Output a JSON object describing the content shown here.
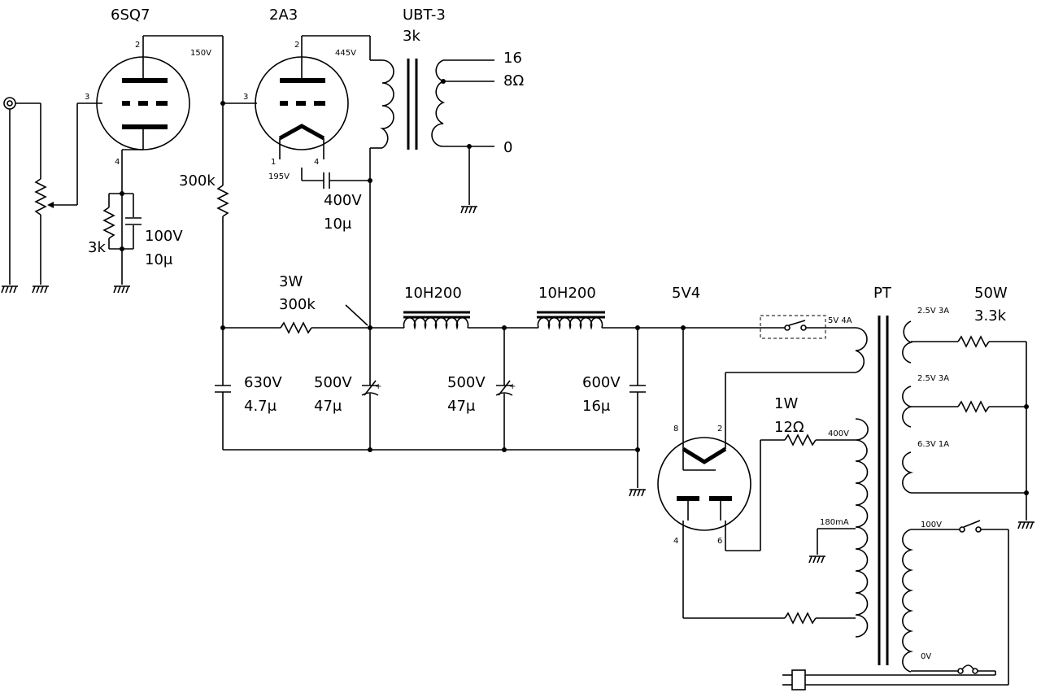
{
  "tubes": {
    "driver": "6SQ7",
    "output": "2A3",
    "rectifier": "5V4"
  },
  "output_transformer": {
    "name": "UBT-3",
    "impedance": "3k",
    "taps": {
      "t16": "16",
      "t8": "8Ω",
      "t0": "0"
    }
  },
  "pins": {
    "p2": "2",
    "p3": "3",
    "p4": "4",
    "p1": "1",
    "p6": "6",
    "p8": "8"
  },
  "voltages": {
    "plate_driver": "150V",
    "plate_output": "445V",
    "bias": "195V",
    "tap_400": "400V",
    "tap_180": "180mA",
    "heater_5v": "5V 4A",
    "heater_25a": "2.5V 3A",
    "heater_25b": "2.5V 3A",
    "heater_63": "6.3V 1A",
    "mains_100": "100V",
    "mains_0": "0V"
  },
  "components": {
    "plate_load": "300k",
    "cathode_r": "3k",
    "cathode_c_v": "100V",
    "cathode_c_v2": "10μ",
    "bypass_v": "400V",
    "bypass_c": "10μ",
    "drop_w": "3W",
    "drop_r": "300k",
    "choke1": "10H200",
    "choke2": "10H200",
    "c1_v": "630V",
    "c1_c": "4.7μ",
    "c2_v": "500V",
    "c2_c": "47μ",
    "c3_v": "500V",
    "c3_c": "47μ",
    "c4_v": "600V",
    "c4_c": "16μ",
    "r12_w": "1W",
    "r12_r": "12Ω",
    "pt": "PT",
    "hum_w": "50W",
    "hum_r": "3.3k"
  }
}
